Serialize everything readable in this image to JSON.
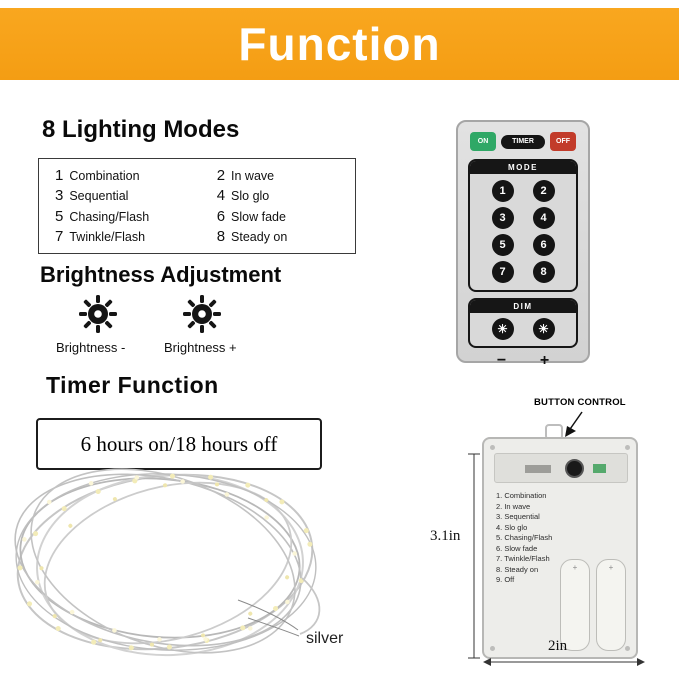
{
  "banner": {
    "title": "Function",
    "bg_color": "#F6A21A"
  },
  "sections": {
    "lighting": {
      "heading": "8 Lighting Modes",
      "modes": [
        {
          "num": "1",
          "label": "Combination"
        },
        {
          "num": "2",
          "label": "In wave"
        },
        {
          "num": "3",
          "label": "Sequential"
        },
        {
          "num": "4",
          "label": "Slo glo"
        },
        {
          "num": "5",
          "label": "Chasing/Flash"
        },
        {
          "num": "6",
          "label": "Slow fade"
        },
        {
          "num": "7",
          "label": "Twinkle/Flash"
        },
        {
          "num": "8",
          "label": "Steady on"
        }
      ]
    },
    "brightness": {
      "heading": "Brightness Adjustment",
      "items": [
        {
          "icon": "sun-brightness-icon",
          "label": "Brightness -"
        },
        {
          "icon": "sun-brightness-icon",
          "label": "Brightness +"
        }
      ]
    },
    "timer": {
      "heading": "Timer Function",
      "value": "6 hours on/18 hours off"
    },
    "light_string": {
      "material_label": "silver"
    }
  },
  "remote": {
    "power_buttons": [
      {
        "label": "ON",
        "color": "#2FA866"
      },
      {
        "label": "TIMER",
        "color": "#141414"
      },
      {
        "label": "OFF",
        "color": "#C23B2A"
      }
    ],
    "mode_section_label": "MODE",
    "mode_buttons": [
      "1",
      "2",
      "3",
      "4",
      "5",
      "6",
      "7",
      "8"
    ],
    "dim_section_label": "DIM",
    "dim_icons": [
      "sun-icon",
      "sun-icon"
    ],
    "dim_minus": "−",
    "dim_plus": "+"
  },
  "battery_box": {
    "caption": "BUTTON CONTROL",
    "mode_list": [
      "1. Combination",
      "2. In wave",
      "3. Sequential",
      "4. Slo glo",
      "5. Chasing/Flash",
      "6. Slow fade",
      "7. Twinkle/Flash",
      "8. Steady on",
      "9. Off"
    ],
    "battery_polarity": "+",
    "height_label": "3.1in",
    "width_label": "2in"
  }
}
